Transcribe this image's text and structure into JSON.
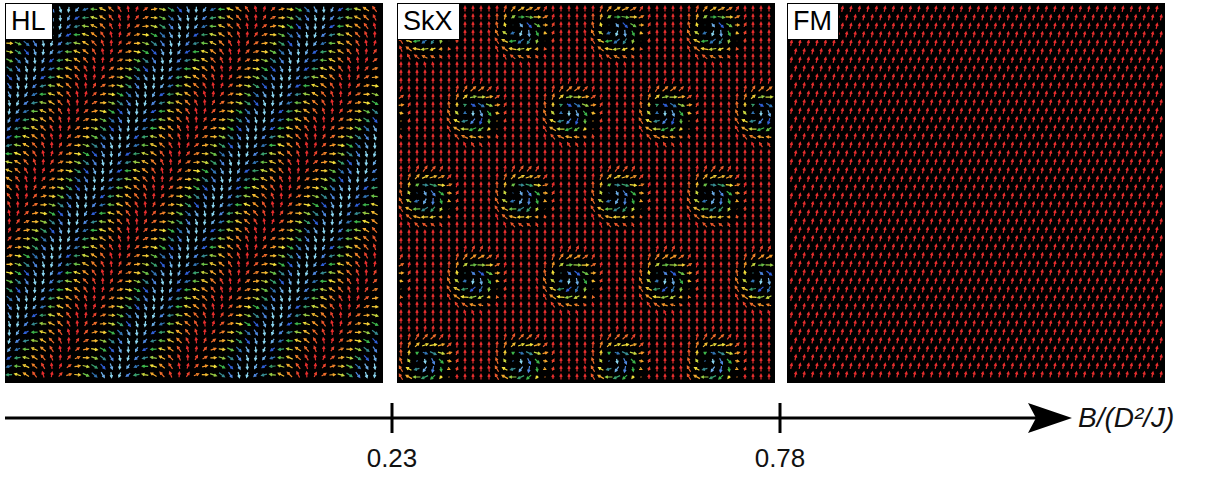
{
  "diagram": {
    "nodes": [
      {
        "text": [
          "HL"
        ]
      },
      {
        "text": [
          "SkX"
        ]
      },
      {
        "text": [
          "FM"
        ]
      }
    ],
    "labels": [
      "0.23",
      "0.78",
      "B/(D²/J)"
    ]
  }
}
